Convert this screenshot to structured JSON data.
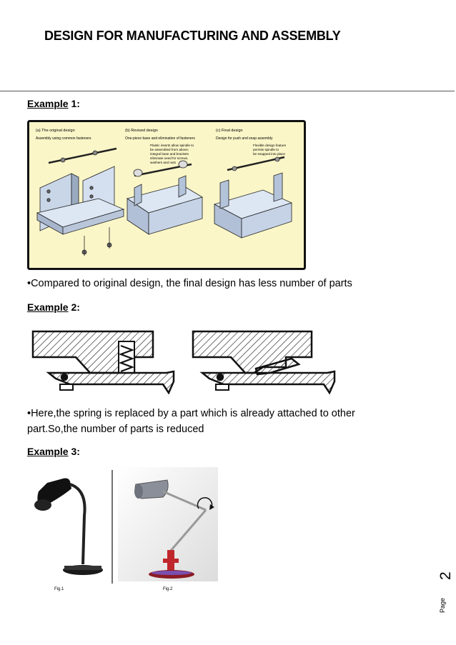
{
  "doc": {
    "title": "DESIGN FOR MANUFACTURING AND ASSEMBLY",
    "example1": {
      "word": "Example",
      "num": " 1:"
    },
    "fig1": {
      "panel_a_title": "(a) The original design",
      "panel_a_sub": "Assembly using common fasteners",
      "panel_b_title": "(b) Revised design",
      "panel_b_sub": "One-piece base and elimination of fasteners",
      "panel_b_note": [
        "Plastic inserts allow spindle to",
        "be assembled from above;",
        "integral base and brackets",
        "eliminate need for screws,",
        "washers and nuts"
      ],
      "panel_c_title": "(c) Final design",
      "panel_c_sub": "Design for push and snap assembly",
      "panel_c_note": [
        "Flexible design feature",
        "permits spindle to",
        "be snapped into place"
      ]
    },
    "bullet1": "•Compared to original design, the final design has less number of parts",
    "example2": {
      "word": "Example",
      "num": " 2:"
    },
    "bullet2_line1": "•Here,the spring is replaced by a part which is already  attached to  other",
    "bullet2_line2": "part.So,the number of parts is reduced",
    "example3": {
      "word": "Example",
      "num": " 3:"
    },
    "fig3": {
      "caption1": "Fig.1",
      "caption2": "Fig.2"
    },
    "page_label": "Page",
    "page_number": "2"
  }
}
